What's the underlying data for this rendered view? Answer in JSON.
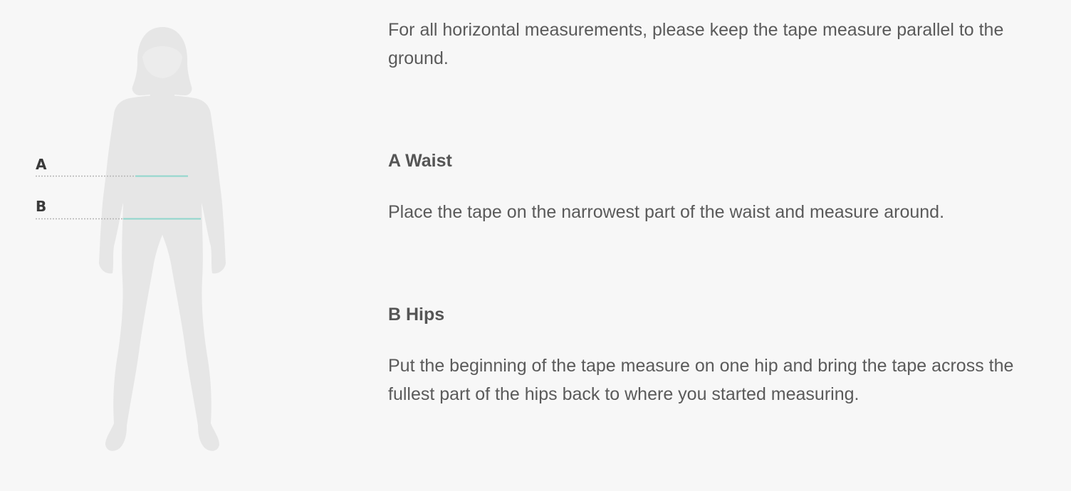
{
  "figure": {
    "markers": [
      {
        "letter": "A",
        "measurement": "Waist"
      },
      {
        "letter": "B",
        "measurement": "Hips"
      }
    ],
    "colors": {
      "silhouette": "#e6e6e6",
      "measure_line": "#8fd6cc",
      "guide_line": "#b5b5b5"
    }
  },
  "intro": "For all horizontal measurements, please keep the tape measure parallel to the ground.",
  "sections": [
    {
      "title": "A Waist",
      "body": "Place the tape on the narrowest part of the waist and measure around."
    },
    {
      "title": "B Hips",
      "body": "Put the beginning of the tape measure on one hip and bring the tape across the fullest part of the hips back to where you started measuring."
    }
  ]
}
